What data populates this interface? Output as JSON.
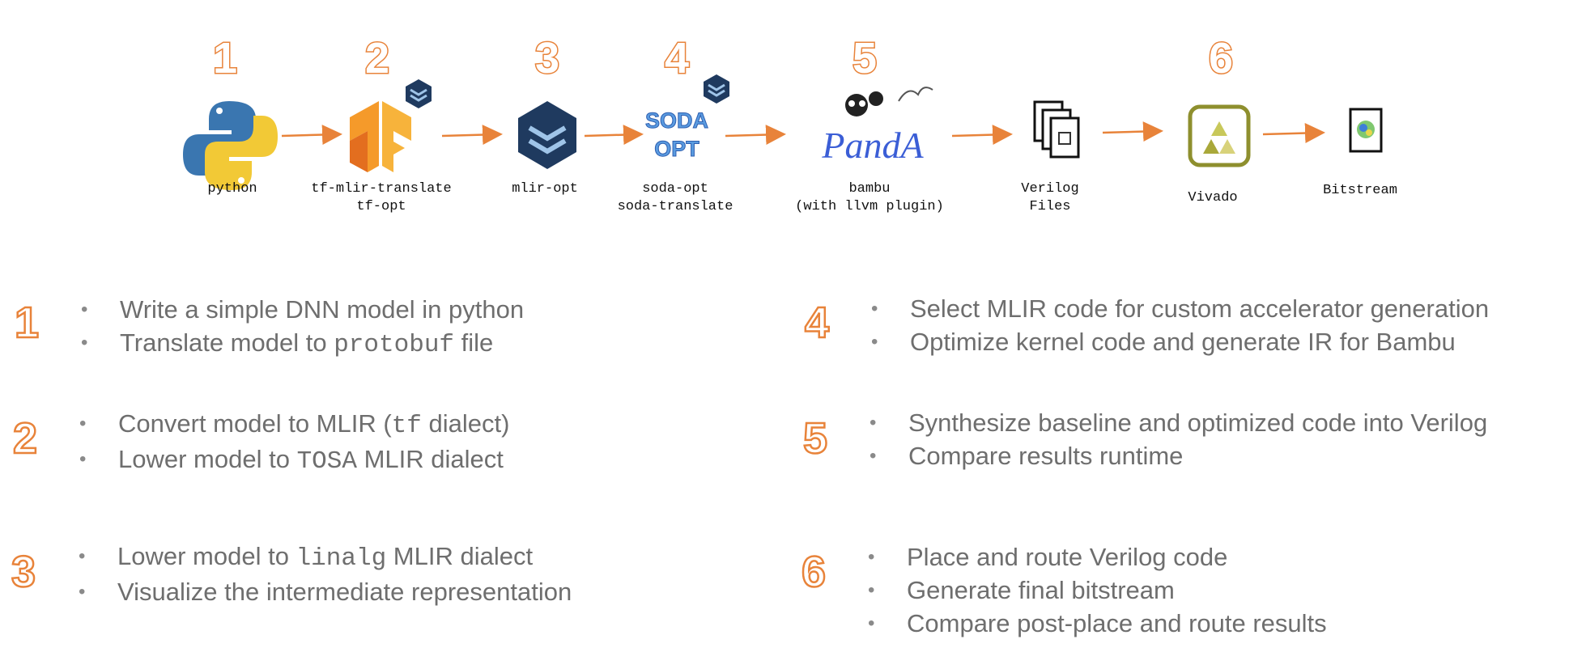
{
  "pipeline": [
    {
      "step": "1",
      "label_lines": [
        "python"
      ],
      "icon": "python-logo-icon"
    },
    {
      "step": "2",
      "label_lines": [
        "tf-mlir-translate",
        "tf-opt"
      ],
      "icon": "tensorflow-logo-icon"
    },
    {
      "step": "3",
      "label_lines": [
        "mlir-opt"
      ],
      "icon": "mlir-logo-icon"
    },
    {
      "step": "4",
      "label_lines": [
        "soda-opt",
        "soda-translate"
      ],
      "icon": "soda-opt-logo-icon",
      "logo_text": [
        "SODA",
        "OPT"
      ]
    },
    {
      "step": "5",
      "label_lines": [
        "bambu",
        "(with llvm plugin)"
      ],
      "icon": "panda-bambu-logo-icon",
      "logo_text": [
        "PandA"
      ]
    },
    {
      "step": "",
      "label_lines": [
        "Verilog",
        "Files"
      ],
      "icon": "verilog-files-icon"
    },
    {
      "step": "6",
      "label_lines": [
        "Vivado"
      ],
      "icon": "vivado-logo-icon"
    },
    {
      "step": "",
      "label_lines": [
        "Bitstream"
      ],
      "icon": "bitstream-icon"
    }
  ],
  "steps": [
    {
      "number": "1",
      "items": [
        [
          {
            "t": "Write a simple DNN model in python"
          }
        ],
        [
          {
            "t": "Translate model to "
          },
          {
            "t": "protobuf",
            "code": true
          },
          {
            "t": " file"
          }
        ]
      ]
    },
    {
      "number": "2",
      "items": [
        [
          {
            "t": "Convert model to MLIR ("
          },
          {
            "t": "tf",
            "code": true
          },
          {
            "t": " dialect)"
          }
        ],
        [
          {
            "t": "Lower model to "
          },
          {
            "t": "TOSA",
            "code": true
          },
          {
            "t": " MLIR dialect"
          }
        ]
      ]
    },
    {
      "number": "3",
      "items": [
        [
          {
            "t": "Lower model to "
          },
          {
            "t": "linalg",
            "code": true
          },
          {
            "t": " MLIR dialect"
          }
        ],
        [
          {
            "t": "Visualize the intermediate representation"
          }
        ]
      ]
    },
    {
      "number": "4",
      "items": [
        [
          {
            "t": "Select MLIR code for custom accelerator generation"
          }
        ],
        [
          {
            "t": "Optimize kernel code and generate IR for Bambu"
          }
        ]
      ]
    },
    {
      "number": "5",
      "items": [
        [
          {
            "t": "Synthesize baseline and optimized code into Verilog"
          }
        ],
        [
          {
            "t": "Compare results runtime"
          }
        ]
      ]
    },
    {
      "number": "6",
      "items": [
        [
          {
            "t": "Place and route Verilog code"
          }
        ],
        [
          {
            "t": "Generate final bitstream"
          }
        ],
        [
          {
            "t": "Compare post-place and route results"
          }
        ]
      ]
    }
  ],
  "colors": {
    "accent": "#e8833a",
    "text": "#6e6e6e",
    "label": "#111111",
    "mlir_blue": "#1f3a5f"
  }
}
